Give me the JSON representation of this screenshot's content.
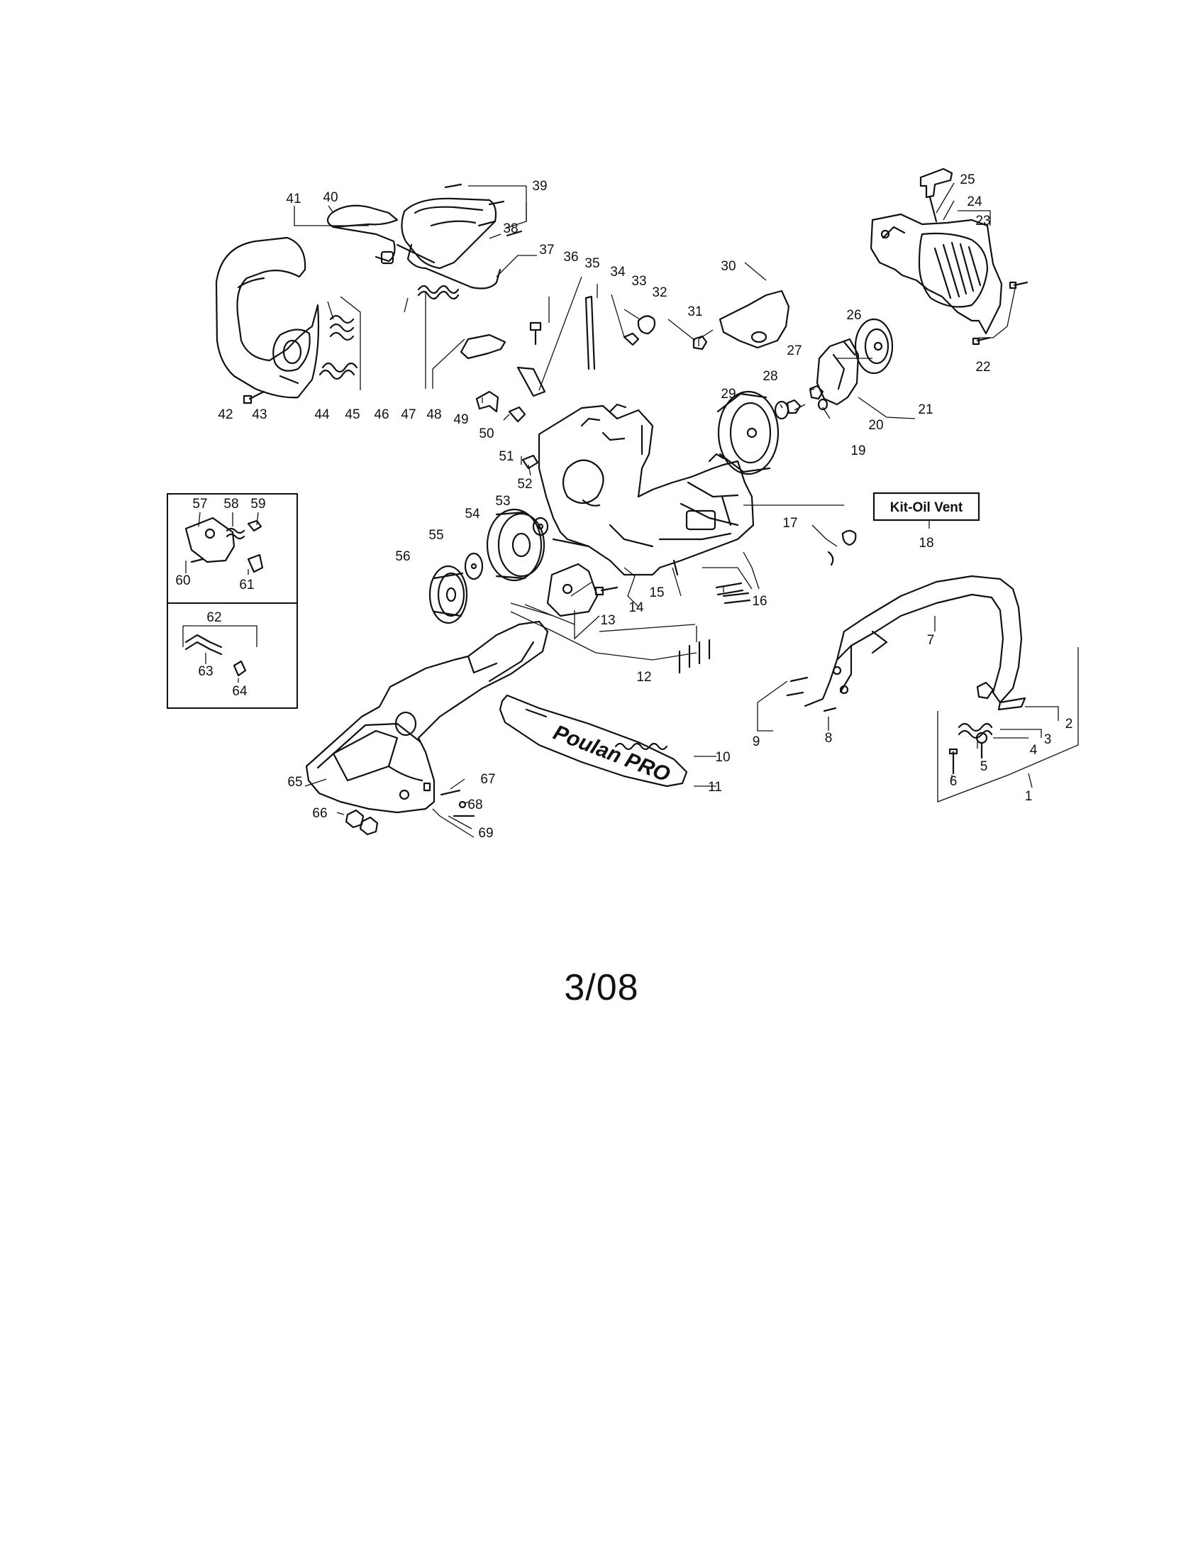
{
  "labels": {
    "p1": "1",
    "p2": "2",
    "p3": "3",
    "p4": "4",
    "p5": "5",
    "p6": "6",
    "p7": "7",
    "p8": "8",
    "p9": "9",
    "p10": "10",
    "p11": "11",
    "p12": "12",
    "p13": "13",
    "p14": "14",
    "p15": "15",
    "p16": "16",
    "p17": "17",
    "p18": "18",
    "p19": "19",
    "p20": "20",
    "p21": "21",
    "p22": "22",
    "p23": "23",
    "p24": "24",
    "p25": "25",
    "p26": "26",
    "p27": "27",
    "p28": "28",
    "p29": "29",
    "p30": "30",
    "p31": "31",
    "p32": "32",
    "p33": "33",
    "p34": "34",
    "p35": "35",
    "p36": "36",
    "p37": "37",
    "p38": "38",
    "p39": "39",
    "p40": "40",
    "p41": "41",
    "p42": "42",
    "p43": "43",
    "p44": "44",
    "p45": "45",
    "p46": "46",
    "p47": "47",
    "p48": "48",
    "p49": "49",
    "p50": "50",
    "p51": "51",
    "p52": "52",
    "p53": "53",
    "p54": "54",
    "p55": "55",
    "p56": "56",
    "p57": "57",
    "p58": "58",
    "p59": "59",
    "p60": "60",
    "p61": "61",
    "p62": "62",
    "p63": "63",
    "p64": "64",
    "p65": "65",
    "p66": "66",
    "p67": "67",
    "p68": "68",
    "p69": "69"
  },
  "kit_box": {
    "text": "Kit-Oil Vent"
  },
  "brand": {
    "text": "Poulan PRO"
  },
  "page_code": "3/08"
}
